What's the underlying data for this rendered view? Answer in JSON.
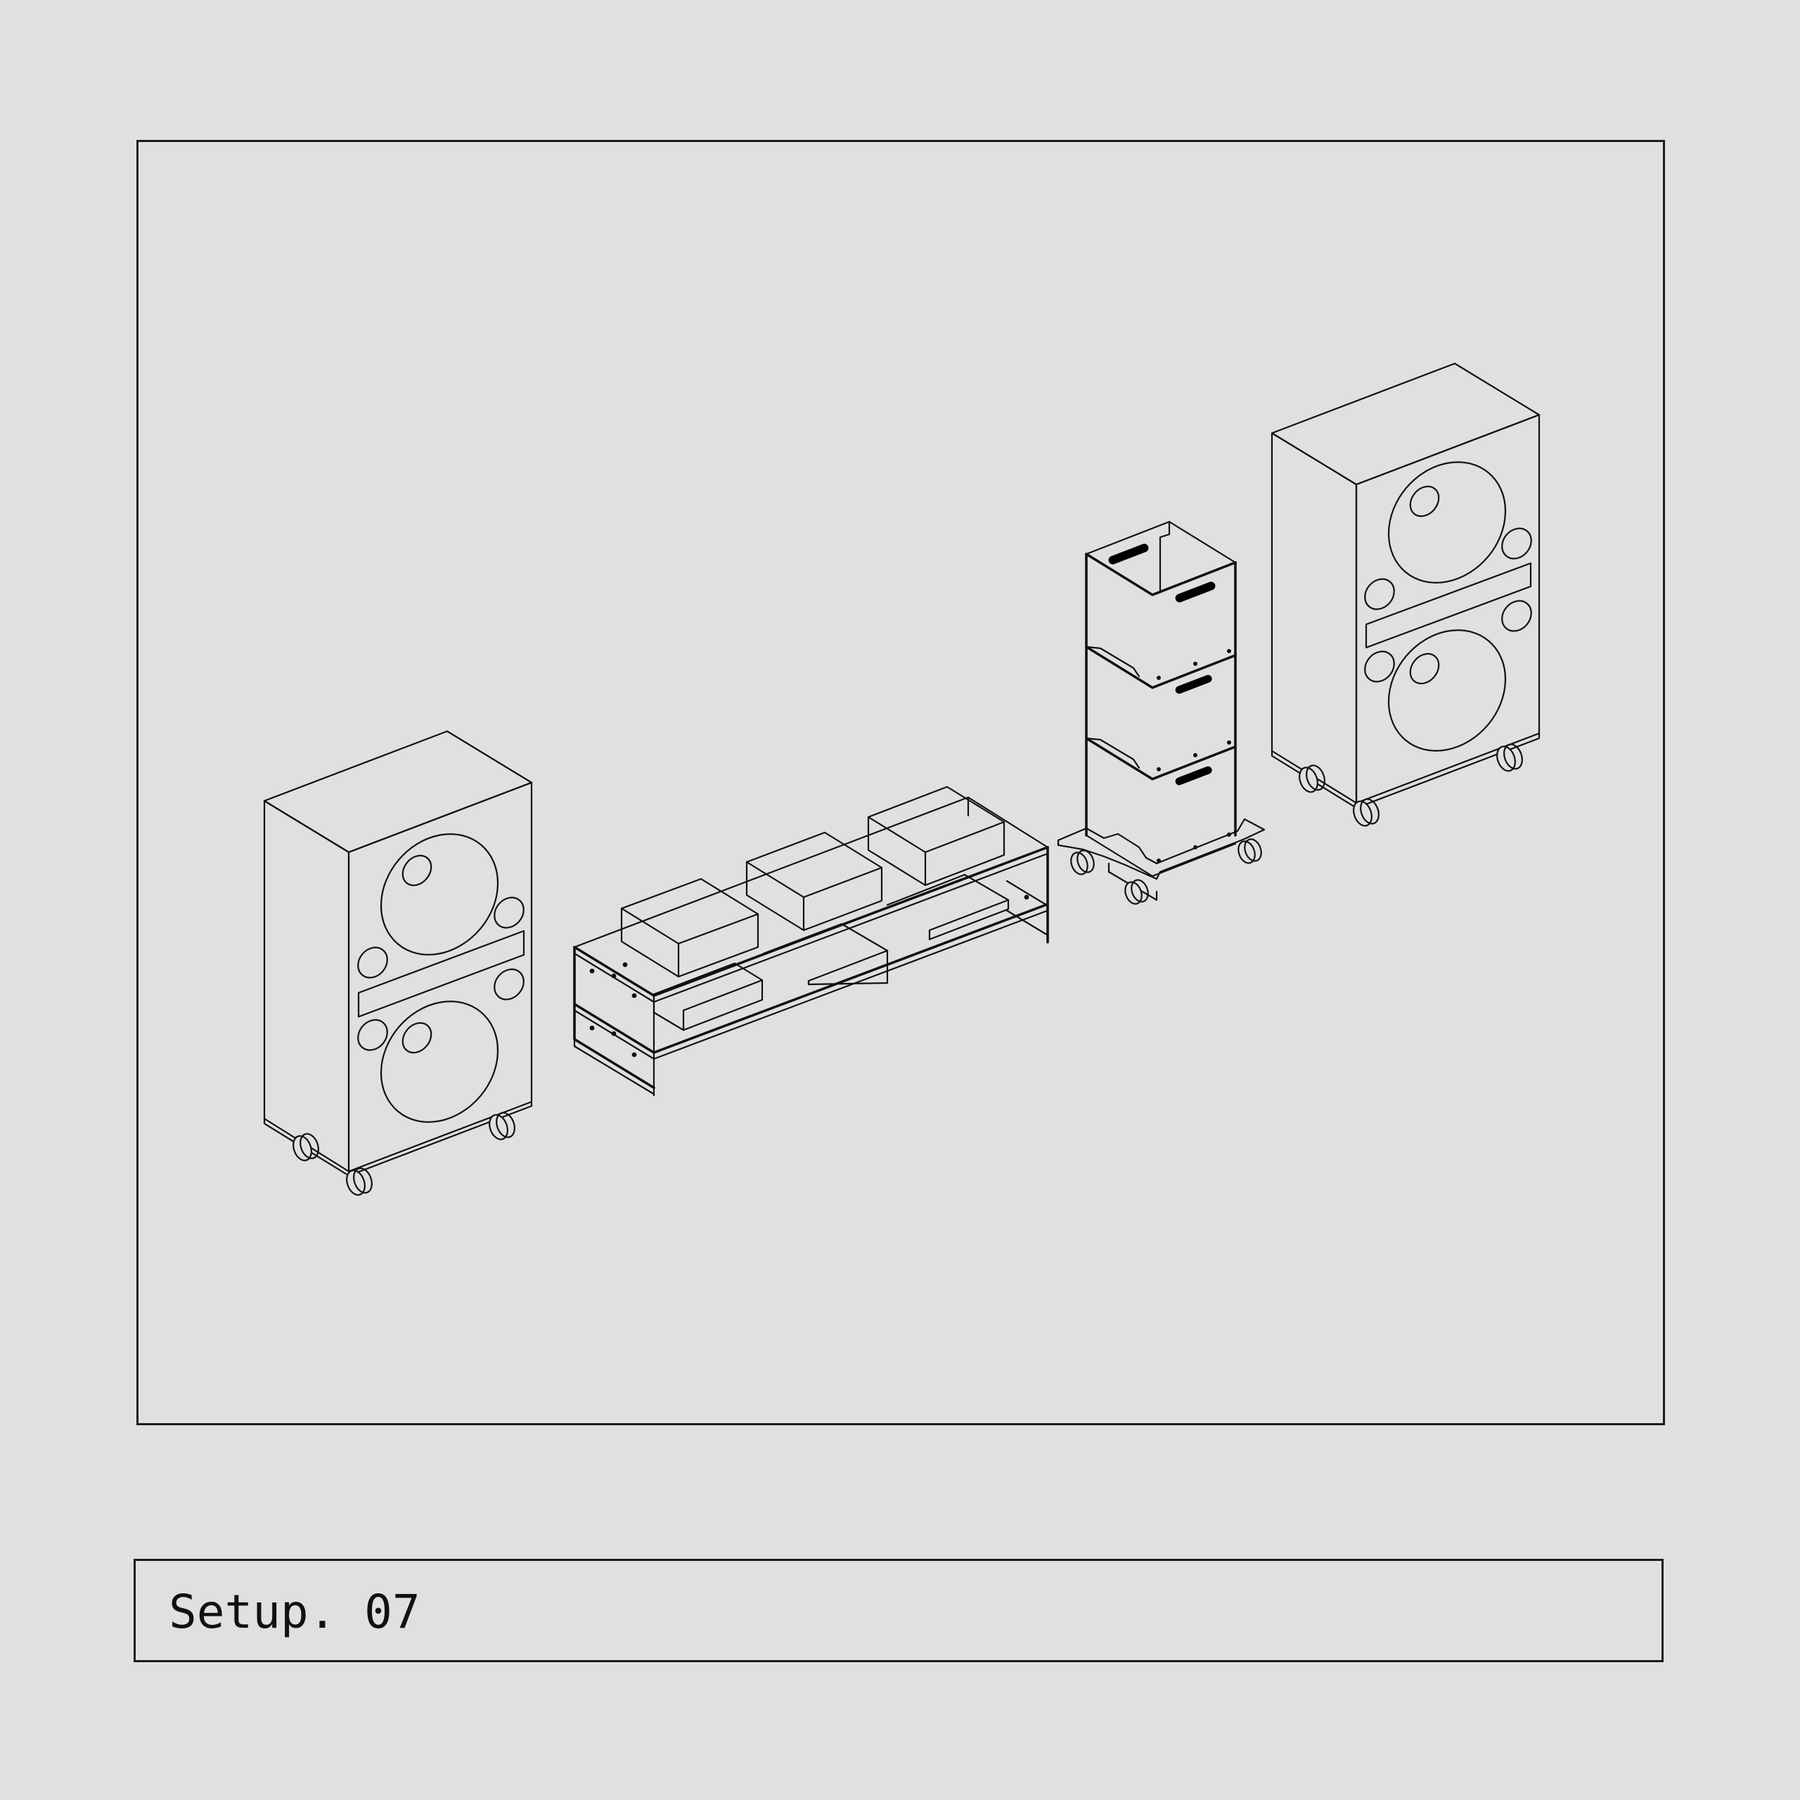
{
  "caption": {
    "title": "Setup. 07"
  },
  "illustration": {
    "objects": [
      "speaker-left",
      "equipment-rack-low",
      "equipment-rack-tower",
      "speaker-right"
    ]
  },
  "colors": {
    "background": "#e0e0e0",
    "line": "#111111"
  }
}
